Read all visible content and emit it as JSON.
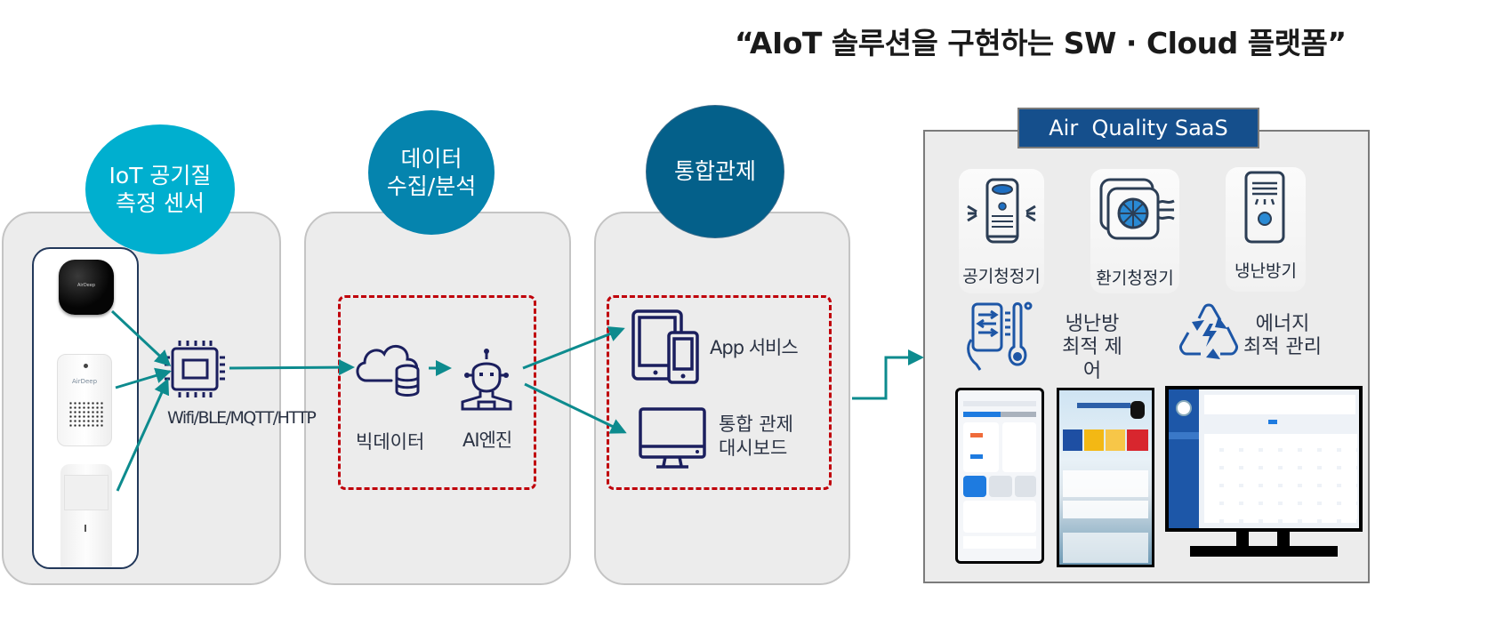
{
  "header": {
    "title": "“AIoT 솔루션을 구현하는 SW · Cloud 플랫폼”"
  },
  "stages": [
    {
      "id": "sensor",
      "label": "IoT 공기질\n측정 센서",
      "color": "#00afcf"
    },
    {
      "id": "data",
      "label": "데이터\n수집/분석",
      "color": "#0584ae"
    },
    {
      "id": "control",
      "label": "통합관제",
      "color": "#04608a"
    }
  ],
  "sensor_panel": {
    "devices": [
      {
        "name": "AirDeep hub",
        "brand": "AirDeep"
      },
      {
        "name": "AirDeep indoor sensor",
        "brand": "AirDeep"
      },
      {
        "name": "motion sensor",
        "brand": ""
      }
    ],
    "protocol_label": "Wifi/BLE/MQTT/HTTP"
  },
  "data_panel": {
    "bigdata_label": "빅데이터",
    "ai_label": "AI엔진"
  },
  "control_panel": {
    "app_label": "App 서비스",
    "dashboard_label": "통합 관제\n대시보드"
  },
  "saas": {
    "title": "Air  Quality SaaS",
    "devices": [
      {
        "label": "공기청정기",
        "icon": "air-purifier-icon"
      },
      {
        "label": "환기청정기",
        "icon": "ventilator-icon"
      },
      {
        "label": "냉난방기",
        "icon": "air-conditioner-icon"
      }
    ],
    "features": [
      {
        "label": "냉난방\n최적 제\n어",
        "icon": "thermostat-control-icon"
      },
      {
        "label": "에너지\n최적 관리",
        "icon": "energy-recycle-icon"
      }
    ],
    "screens": [
      "mobile app screen",
      "AirBEMS web screen",
      "dashboard monitor screen"
    ]
  },
  "colors": {
    "arrow": "#0d8b8e",
    "icon_stroke": "#1b1f5e",
    "dash_border": "#c0000a",
    "saas_title_bg": "#154f8c",
    "accent_blue": "#1e6fc2"
  }
}
